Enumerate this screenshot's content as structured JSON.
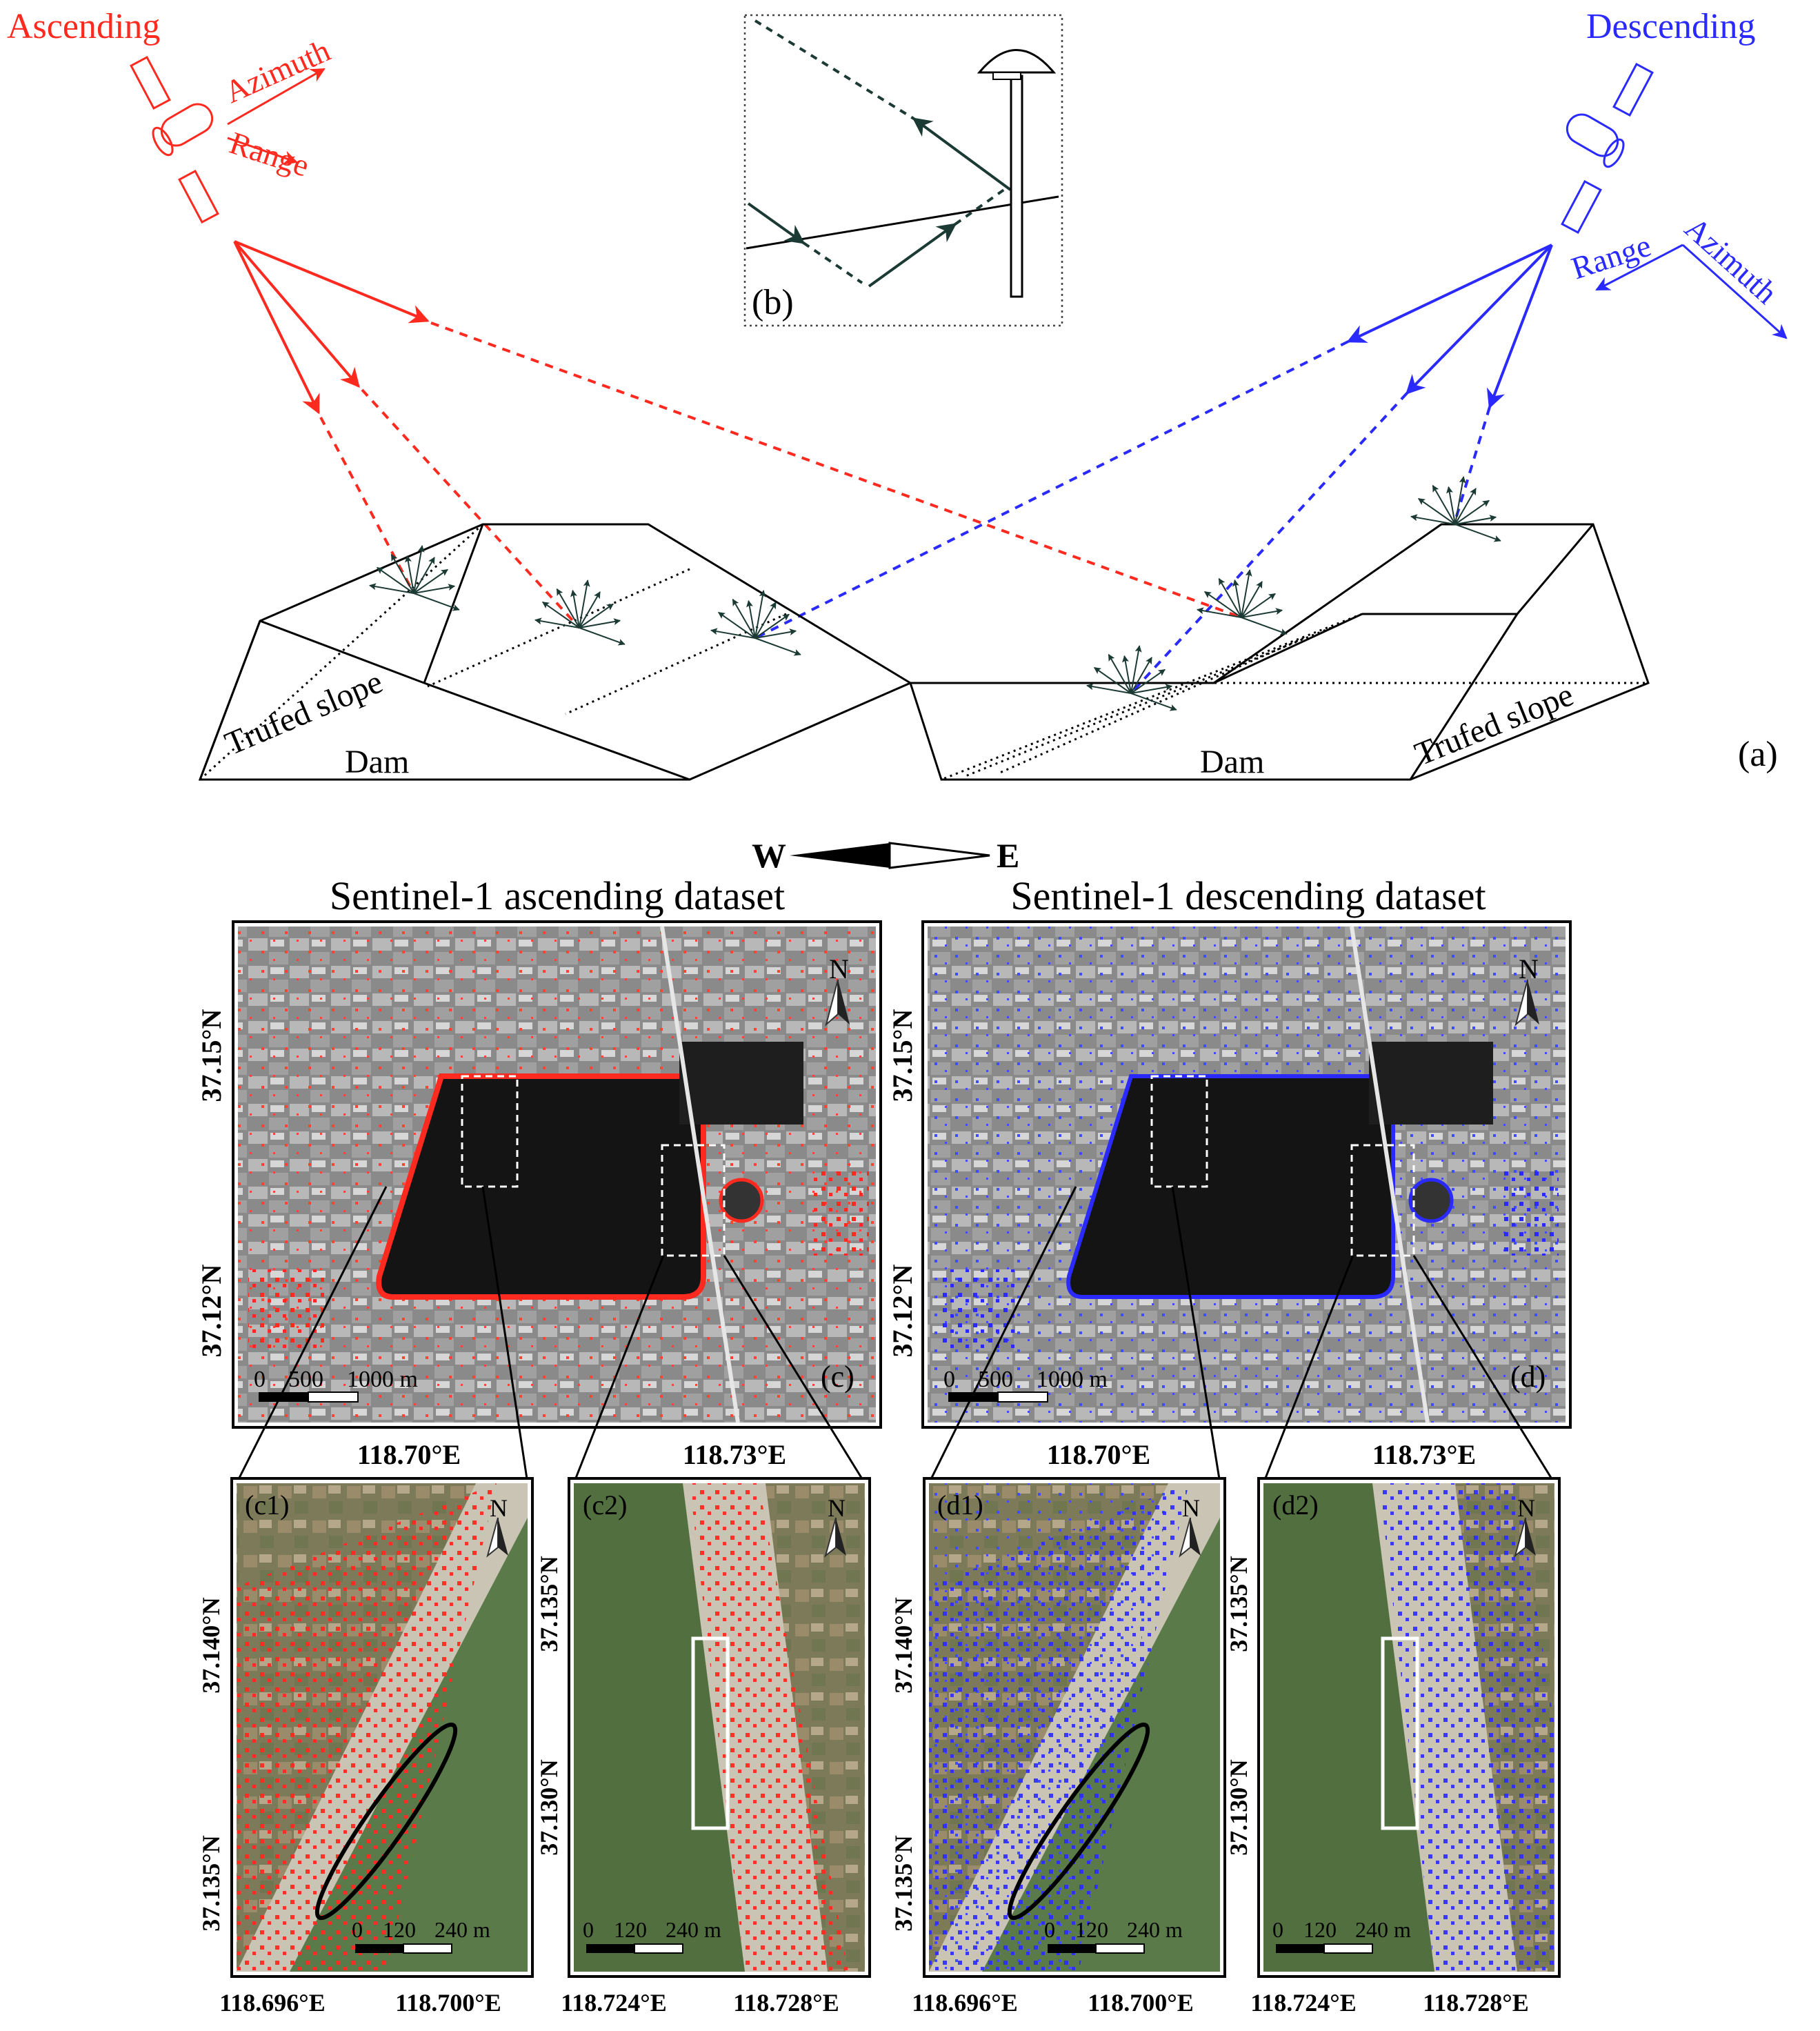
{
  "schematic": {
    "ascending_label": "Ascending",
    "descending_label": "Descending",
    "azimuth_label": "Azimuth",
    "range_label": "Range",
    "dam_label": "Dam",
    "slope_label": "Trufed slope",
    "panel_a": "(a)",
    "panel_b": "(b)"
  },
  "compass": {
    "west": "W",
    "east": "E",
    "north": "N"
  },
  "maps": {
    "ascending_title": "Sentinel-1 ascending dataset",
    "descending_title": "Sentinel-1 descending dataset",
    "panel_c": "(c)",
    "panel_d": "(d)",
    "lat_top": "37.15°N",
    "lat_bottom": "37.12°N",
    "lon_left": "118.70°E",
    "lon_right": "118.73°E",
    "scale": {
      "s0": "0",
      "s1": "500",
      "s2": "1000 m"
    }
  },
  "zooms": {
    "c1": "(c1)",
    "c2": "(c2)",
    "d1": "(d1)",
    "d2": "(d2)",
    "c1_lat_top": "37.140°N",
    "c1_lat_bottom": "37.135°N",
    "c2_lat_top": "37.135°N",
    "c2_lat_bottom": "37.130°N",
    "lon_a": "118.696°E",
    "lon_b": "118.700°E",
    "lon_c": "118.724°E",
    "lon_d": "118.728°E",
    "scale": {
      "s0": "0",
      "s1": "120",
      "s2": "240 m"
    }
  },
  "colors": {
    "ascending": "#ff2a1f",
    "descending": "#2a2aff",
    "ray": "#1c3a34"
  }
}
